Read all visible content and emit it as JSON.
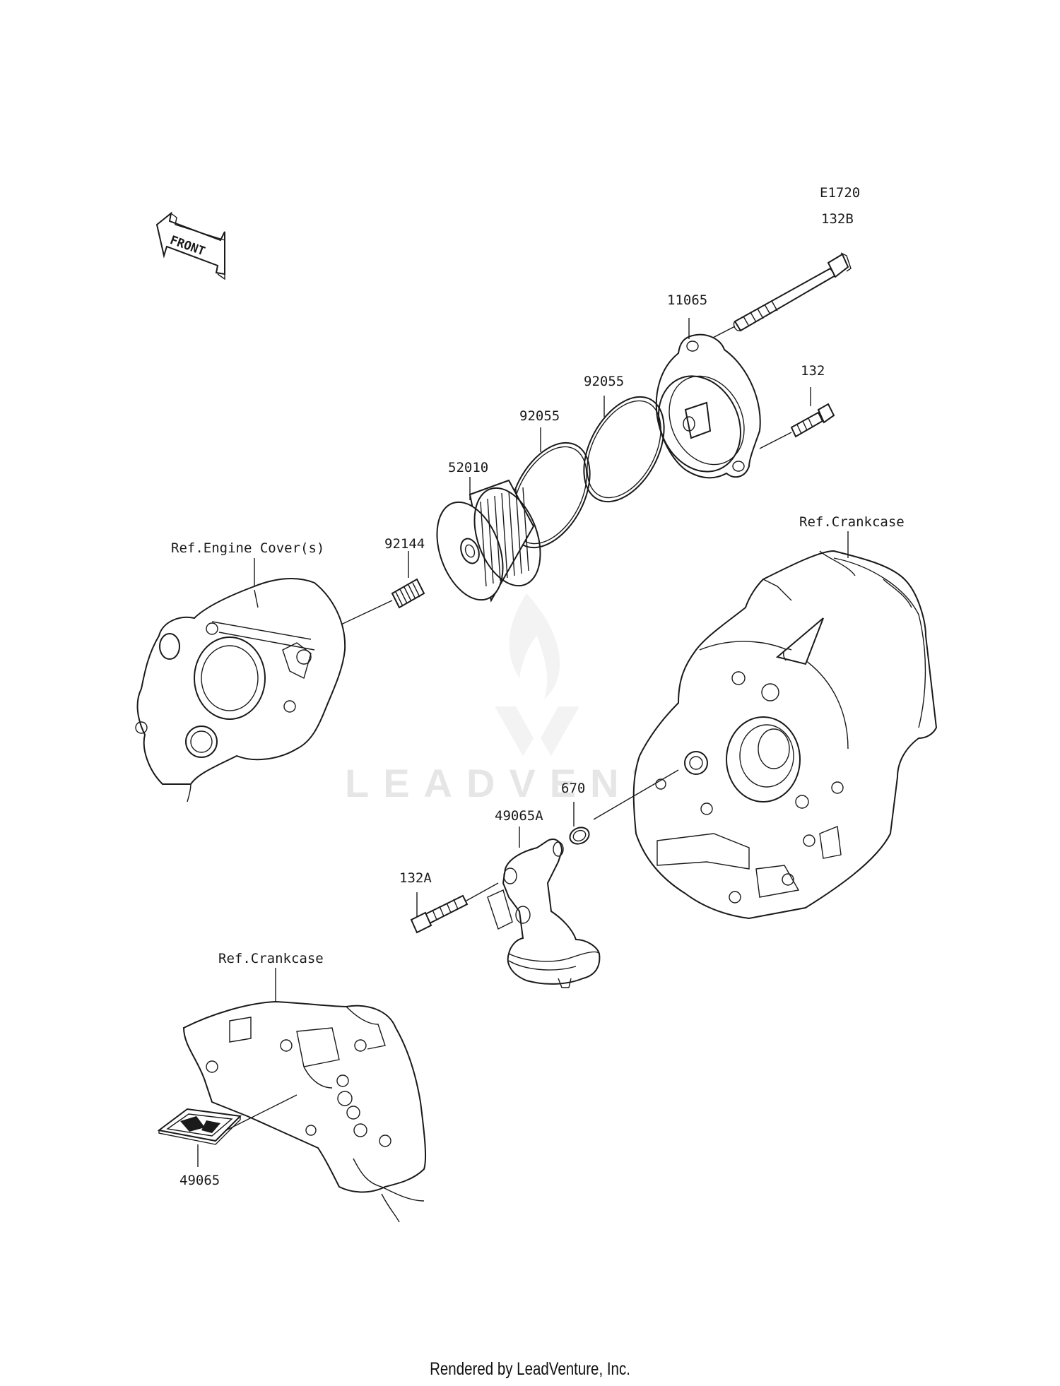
{
  "diagram_id": "E1720",
  "front_label": "FRONT",
  "watermark_text": "LEADVENTU",
  "footer": "Rendered by LeadVenture, Inc.",
  "colors": {
    "line": "#1a1a1a",
    "watermark": "#e6e6e6",
    "background": "#ffffff"
  },
  "parts": {
    "p132B": "132B",
    "p11065": "11065",
    "p132": "132",
    "p92055a": "92055",
    "p92055b": "92055",
    "p52010": "52010",
    "p92144": "92144",
    "p670": "670",
    "p49065A": "49065A",
    "p132A": "132A",
    "p49065": "49065"
  },
  "refs": {
    "engine_cover": "Ref.Engine Cover(s)",
    "crankcase_right": "Ref.Crankcase",
    "crankcase_bottom": "Ref.Crankcase"
  }
}
